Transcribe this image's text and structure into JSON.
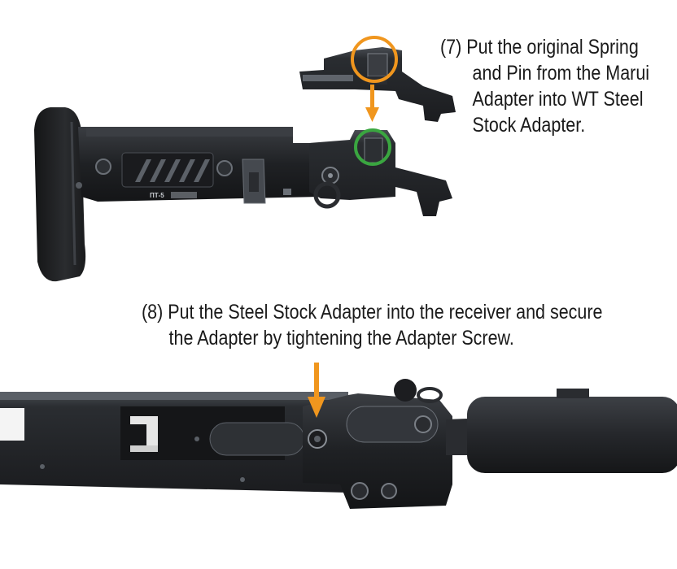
{
  "instructions": {
    "step7": {
      "line1": "(7) Put the original Spring",
      "line2": "and Pin from the Marui",
      "line3": "Adapter into WT Steel",
      "line4": "Stock Adapter."
    },
    "step8": {
      "line1": "(8) Put the Steel Stock Adapter into the receiver and secure",
      "line2": "the Adapter by tightening the Adapter Screw."
    }
  },
  "photo_labels": {
    "stock_marking": "ПТ-5"
  },
  "colors": {
    "highlight_orange": "#f0961e",
    "highlight_green": "#3aa640",
    "metal_dark": "#1c1e21",
    "metal_mid": "#2c2f33",
    "metal_light": "#5a5f66"
  }
}
